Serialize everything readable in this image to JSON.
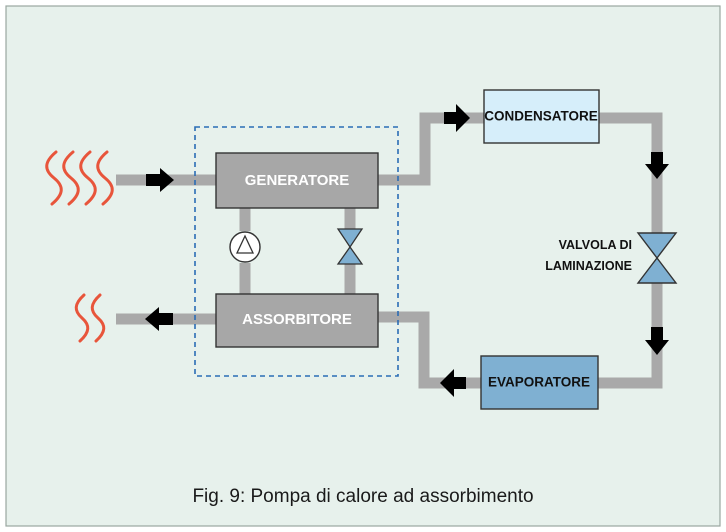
{
  "diagram": {
    "components": {
      "generator": "GENERATORE",
      "absorber": "ASSORBITORE",
      "condenser": "CONDENSATORE",
      "evaporator": "EVAPORATORE"
    },
    "valve_label_line1": "VALVOLA DI",
    "valve_label_line2": "LAMINAZIONE",
    "caption": "Fig. 9: Pompa di calore ad assorbimento"
  },
  "colors": {
    "background": "#e7f1ec",
    "pipe": "#a9a9a9",
    "generator_box": "#a7a7a7",
    "condenser_box": "#d6eefa",
    "evaporator_box": "#7fb0d2",
    "valve_fill": "#7fb0d2",
    "heat_waves": "#e8553b",
    "dashed_border": "#2a6db5"
  },
  "icons": [
    "heat-wave-icon",
    "pump-icon",
    "valve-icon",
    "arrow-icon"
  ]
}
